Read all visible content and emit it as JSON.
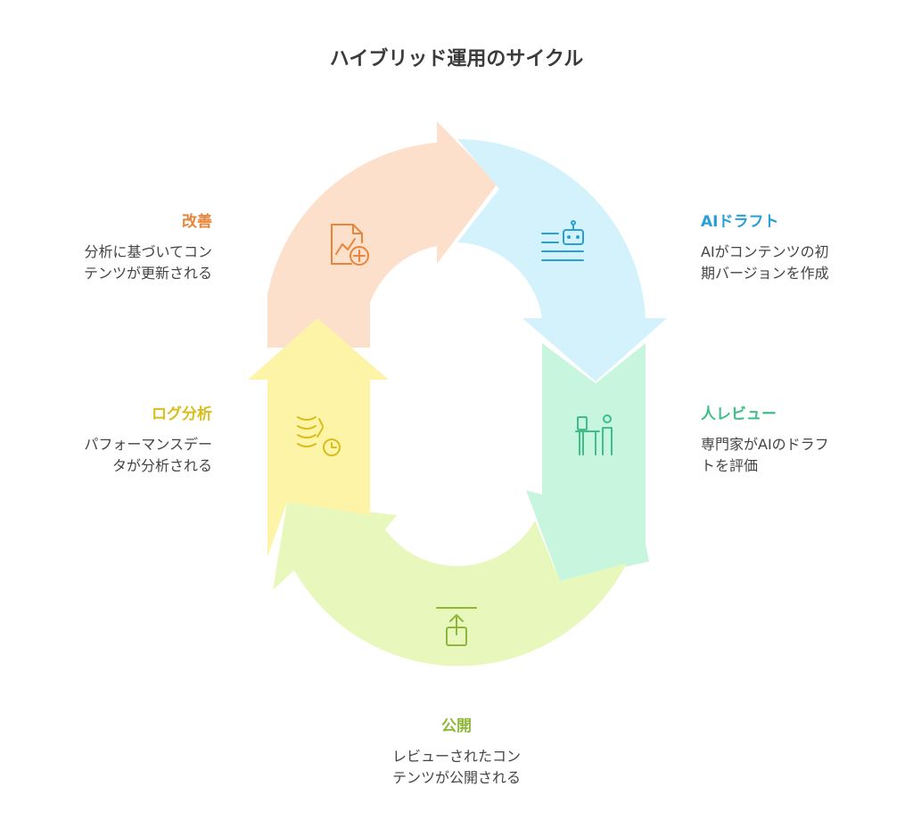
{
  "title": "ハイブリッド運用のサイクル",
  "colors": {
    "title": "#3b3b3b",
    "desc": "#444444",
    "ai_draft": "#2a9fd6",
    "human_review": "#3dbf87",
    "publish": "#8fb83a",
    "log_analysis": "#d9bd1a",
    "improve": "#e8853a"
  },
  "steps": [
    {
      "key": "ai_draft",
      "title": "AIドラフト",
      "desc_lines": [
        "AIがコンテンツの初",
        "期バージョンを作成"
      ],
      "icon": "ai-robot-icon"
    },
    {
      "key": "human_review",
      "title": "人レビュー",
      "desc_lines": [
        "専門家がAIのドラフ",
        "トを評価"
      ],
      "icon": "review-desk-icon"
    },
    {
      "key": "publish",
      "title": "公開",
      "desc_lines": [
        "レビューされたコン",
        "テンツが公開される"
      ],
      "icon": "upload-icon"
    },
    {
      "key": "log_analysis",
      "title": "ログ分析",
      "desc_lines": [
        "パフォーマンスデー",
        "タが分析される"
      ],
      "icon": "data-analysis-icon"
    },
    {
      "key": "improve",
      "title": "改善",
      "desc_lines": [
        "分析に基づいてコン",
        "テンツが更新される"
      ],
      "icon": "document-chart-add-icon"
    }
  ]
}
